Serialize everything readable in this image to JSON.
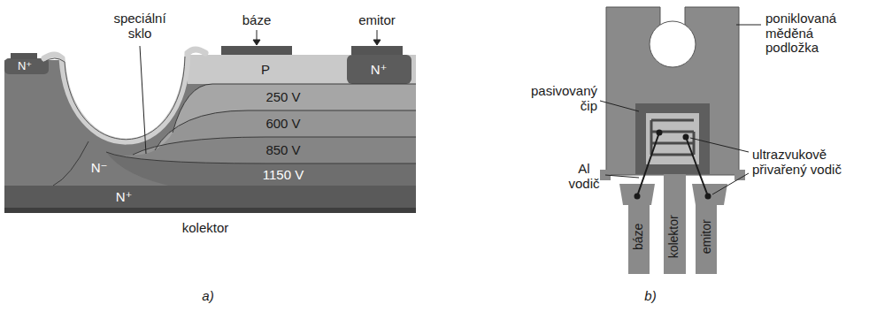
{
  "diagram": {
    "labels": [
      "báze",
      "emitor",
      "speciální sklo",
      "N⁺",
      "P",
      "N⁺",
      "250 V",
      "600 V",
      "850 V",
      "1150 V",
      "N⁻",
      "N⁺",
      "kolektor",
      "a)",
      "poniklovaná měděná podložka",
      "pasivovaný čip",
      "ultrazvukově přivařený vodič",
      "Al vodič",
      "báze",
      "kolektor",
      "emitor",
      "b)"
    ]
  }
}
